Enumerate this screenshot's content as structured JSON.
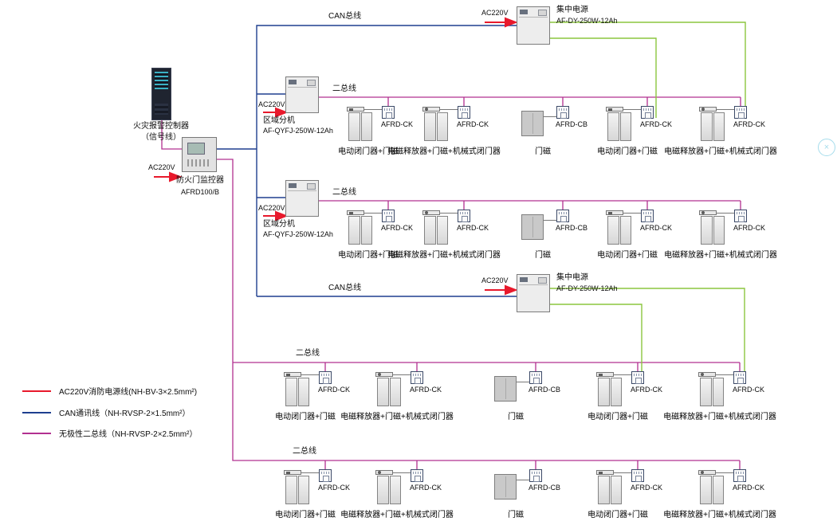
{
  "nodes": {
    "fire_alarm_controller": {
      "label1": "火灾报警控制器",
      "label2": "（信号线）"
    },
    "door_monitor": {
      "power": "AC220V",
      "label1": "防火门监控器",
      "label2": "AFRD100/B"
    },
    "psu_top": {
      "power": "AC220V",
      "label1": "集中电源",
      "label2": "AF-DY-250W-12Ah"
    },
    "psu_mid": {
      "power": "AC220V",
      "label1": "集中电源",
      "label2": "AF-DY-250W-12Ah"
    },
    "zone1": {
      "power": "AC220V",
      "label1": "区域分机",
      "label2": "AF-QYFJ-250W-12Ah"
    },
    "zone2": {
      "power": "AC220V",
      "label1": "区域分机",
      "label2": "AF-QYFJ-250W-12Ah"
    }
  },
  "bus_labels": {
    "can_top": "CAN总线",
    "can_mid": "CAN总线",
    "row1": "二总线",
    "row2": "二总线",
    "row3": "二总线",
    "row4": "二总线"
  },
  "rows": [
    {
      "devices": [
        {
          "module": "AFRD-CK",
          "label": "电动闭门器+门磁"
        },
        {
          "module": "AFRD-CK",
          "label": "电磁释放器+门磁+机械式闭门器"
        },
        {
          "module": "AFRD-CB",
          "label": "门磁"
        },
        {
          "module": "AFRD-CK",
          "label": "电动闭门器+门磁"
        },
        {
          "module": "AFRD-CK",
          "label": "电磁释放器+门磁+机械式闭门器"
        }
      ]
    },
    {
      "devices": [
        {
          "module": "AFRD-CK",
          "label": "电动闭门器+门磁"
        },
        {
          "module": "AFRD-CK",
          "label": "电磁释放器+门磁+机械式闭门器"
        },
        {
          "module": "AFRD-CB",
          "label": "门磁"
        },
        {
          "module": "AFRD-CK",
          "label": "电动闭门器+门磁"
        },
        {
          "module": "AFRD-CK",
          "label": "电磁释放器+门磁+机械式闭门器"
        }
      ]
    },
    {
      "devices": [
        {
          "module": "AFRD-CK",
          "label": "电动闭门器+门磁"
        },
        {
          "module": "AFRD-CK",
          "label": "电磁释放器+门磁+机械式闭门器"
        },
        {
          "module": "AFRD-CB",
          "label": "门磁"
        },
        {
          "module": "AFRD-CK",
          "label": "电动闭门器+门磁"
        },
        {
          "module": "AFRD-CK",
          "label": "电磁释放器+门磁+机械式闭门器"
        }
      ]
    },
    {
      "devices": [
        {
          "module": "AFRD-CK",
          "label": "电动闭门器+门磁"
        },
        {
          "module": "AFRD-CK",
          "label": "电磁释放器+门磁+机械式闭门器"
        },
        {
          "module": "AFRD-CB",
          "label": "门磁"
        },
        {
          "module": "AFRD-CK",
          "label": "电动闭门器+门磁"
        },
        {
          "module": "AFRD-CK",
          "label": "电磁释放器+门磁+机械式闭门器"
        }
      ]
    }
  ],
  "legend": [
    {
      "label": "AC220V消防电源线(NH-BV-3×2.5mm²)"
    },
    {
      "label": "CAN通讯线（NH-RVSP-2×1.5mm²）"
    },
    {
      "label": "无极性二总线（NH-RVSP-2×2.5mm²）"
    }
  ],
  "colors": {
    "power_line": "#e8192c",
    "can_line": "#1e3f8f",
    "two_bus_line": "#b23090",
    "psu_output_line": "#8cc63f"
  },
  "annotation": {
    "symbol": "×"
  }
}
